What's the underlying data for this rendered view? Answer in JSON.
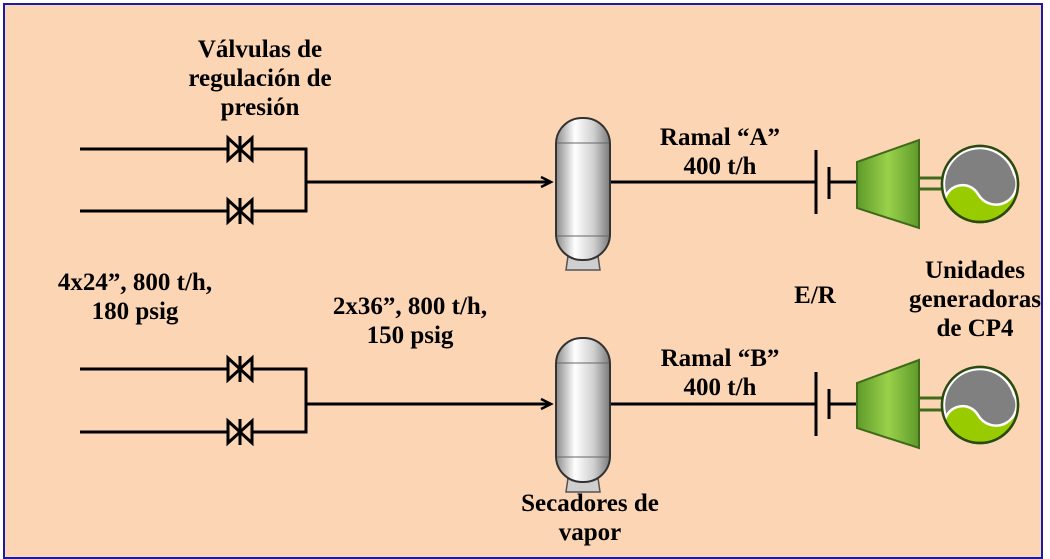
{
  "labels": {
    "valves_title": [
      "Válvulas de",
      "regulación de",
      "presión"
    ],
    "branch_a": [
      "Ramal “A”",
      "400 t/h"
    ],
    "branch_b": [
      "Ramal “B”",
      "400 t/h"
    ],
    "inlet_spec": [
      "4x24”, 800 t/h,",
      "180 psig"
    ],
    "header_spec": [
      "2x36”, 800 t/h,",
      "150 psig"
    ],
    "er": "E/R",
    "units": [
      "Unidades",
      "generadoras",
      "de CP4"
    ],
    "dryers": [
      "Secadores de",
      "vapor"
    ]
  },
  "colors": {
    "background": "#fcd5b4",
    "border": "#1a1aa6",
    "turbine_green": "#8cc63f",
    "generator_green": "#99cc00",
    "generator_gray": "#808080",
    "vessel_gray": "#bdbdbd"
  }
}
